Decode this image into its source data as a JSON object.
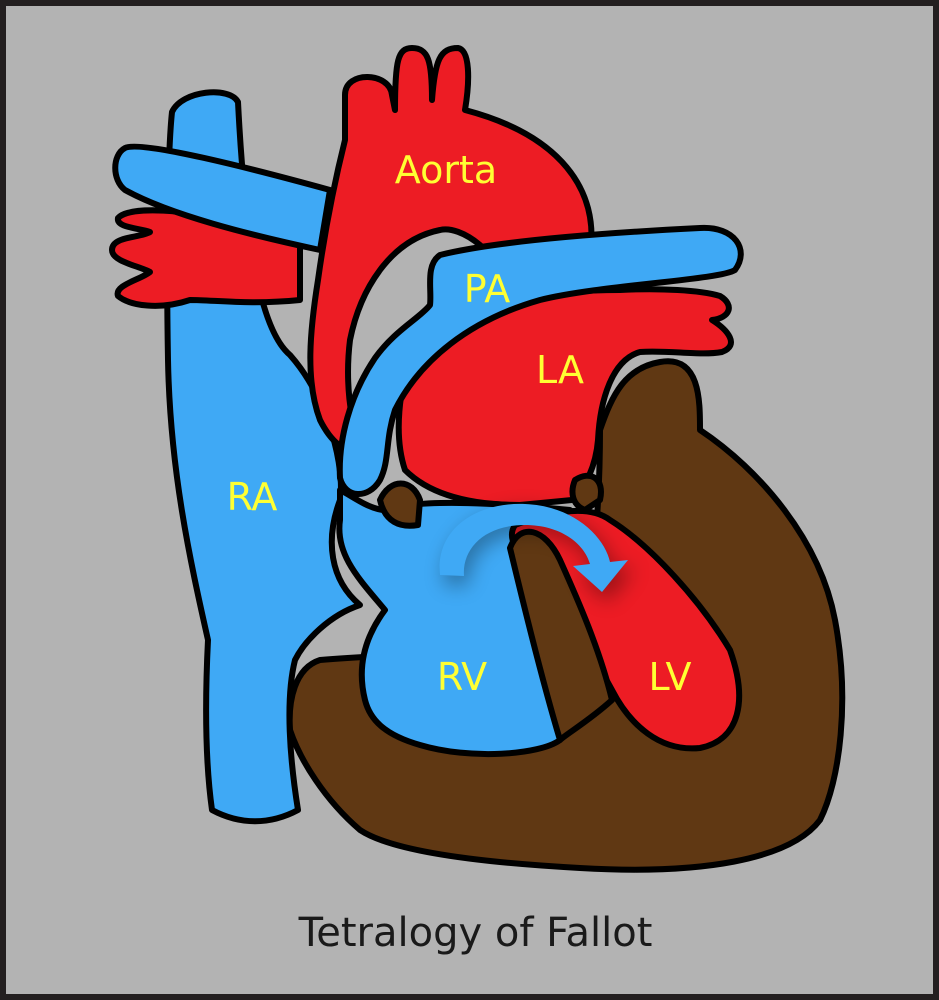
{
  "title": "Tetralogy of Fallot",
  "labels": {
    "aorta": "Aorta",
    "pa": "PA",
    "la": "LA",
    "ra": "RA",
    "rv": "RV",
    "lv": "LV"
  },
  "colors": {
    "background": "#b3b3b3",
    "frame": "#231f20",
    "oxygenated": "#ed1c24",
    "deoxygenated": "#3fa9f5",
    "muscle": "#603813",
    "label_text": "#ffff33",
    "outline": "#000000"
  }
}
